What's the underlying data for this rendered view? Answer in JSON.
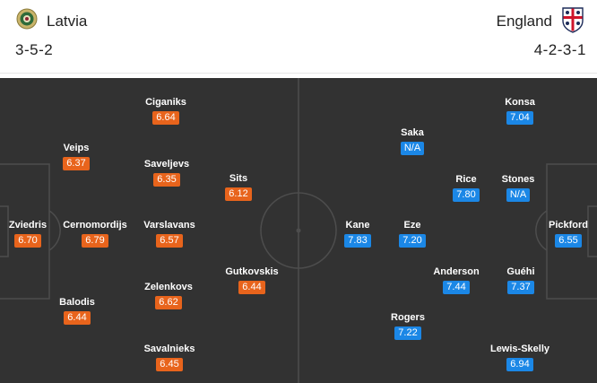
{
  "home": {
    "name": "Latvia",
    "formation": "3-5-2",
    "crest_icon": "latvia-federation-crest",
    "rating_color": "#e8641c",
    "players": [
      {
        "name": "Zviedris",
        "rating": "6.70"
      },
      {
        "name": "Cernomordijs",
        "rating": "6.79"
      },
      {
        "name": "Veips",
        "rating": "6.37"
      },
      {
        "name": "Balodis",
        "rating": "6.44"
      },
      {
        "name": "Ciganiks",
        "rating": "6.64"
      },
      {
        "name": "Saveljevs",
        "rating": "6.35"
      },
      {
        "name": "Varslavans",
        "rating": "6.57"
      },
      {
        "name": "Zelenkovs",
        "rating": "6.62"
      },
      {
        "name": "Savalnieks",
        "rating": "6.45"
      },
      {
        "name": "Sits",
        "rating": "6.12"
      },
      {
        "name": "Gutkovskis",
        "rating": "6.44"
      }
    ]
  },
  "away": {
    "name": "England",
    "formation": "4-2-3-1",
    "crest_icon": "england-three-lions-crest",
    "rating_color": "#1b87e6",
    "players": [
      {
        "name": "Pickford",
        "rating": "6.55"
      },
      {
        "name": "Konsa",
        "rating": "7.04"
      },
      {
        "name": "Stones",
        "rating": "N/A"
      },
      {
        "name": "Guéhi",
        "rating": "7.37"
      },
      {
        "name": "Lewis-Skelly",
        "rating": "6.94"
      },
      {
        "name": "Rice",
        "rating": "7.80"
      },
      {
        "name": "Anderson",
        "rating": "7.44"
      },
      {
        "name": "Saka",
        "rating": "N/A"
      },
      {
        "name": "Eze",
        "rating": "7.20"
      },
      {
        "name": "Rogers",
        "rating": "7.22"
      },
      {
        "name": "Kane",
        "rating": "7.83"
      }
    ]
  },
  "pitch_color": "#323232"
}
